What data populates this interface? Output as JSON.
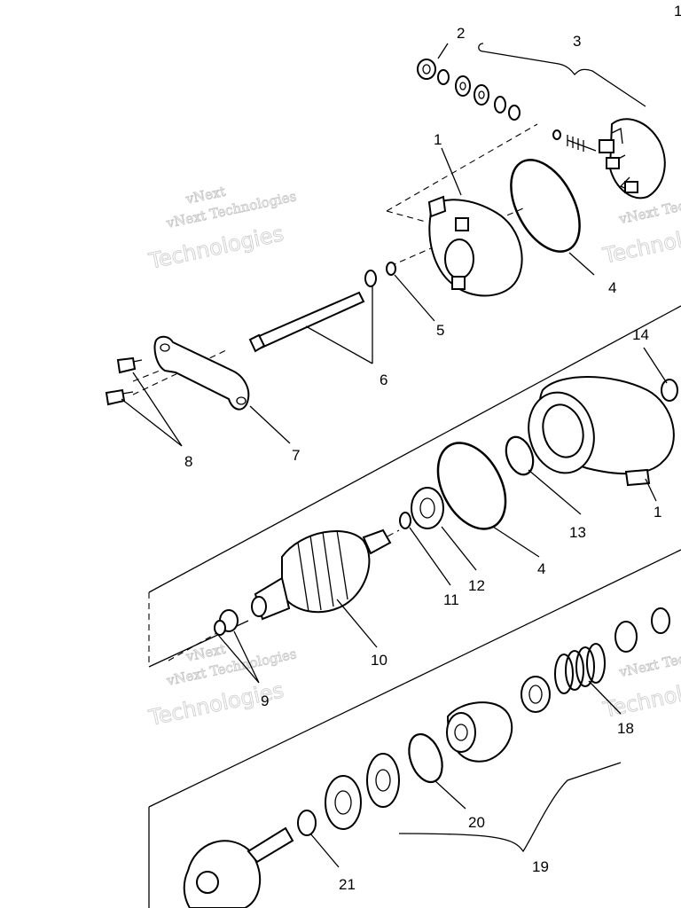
{
  "watermark": {
    "line1": "vNext",
    "line2": "vNext Technologies",
    "line3": "Technologies"
  },
  "callouts": {
    "c1_top": "1",
    "c1_mid": "1",
    "c2": "2",
    "c3": "3",
    "c4_top": "4",
    "c4_mid": "4",
    "c5": "5",
    "c6": "6",
    "c7": "7",
    "c8": "8",
    "c9": "9",
    "c10": "10",
    "c11": "11",
    "c12": "12",
    "c13": "13",
    "c14": "14",
    "c18": "18",
    "c19": "19",
    "c20": "20",
    "c21": "21",
    "c_edge": "1"
  }
}
